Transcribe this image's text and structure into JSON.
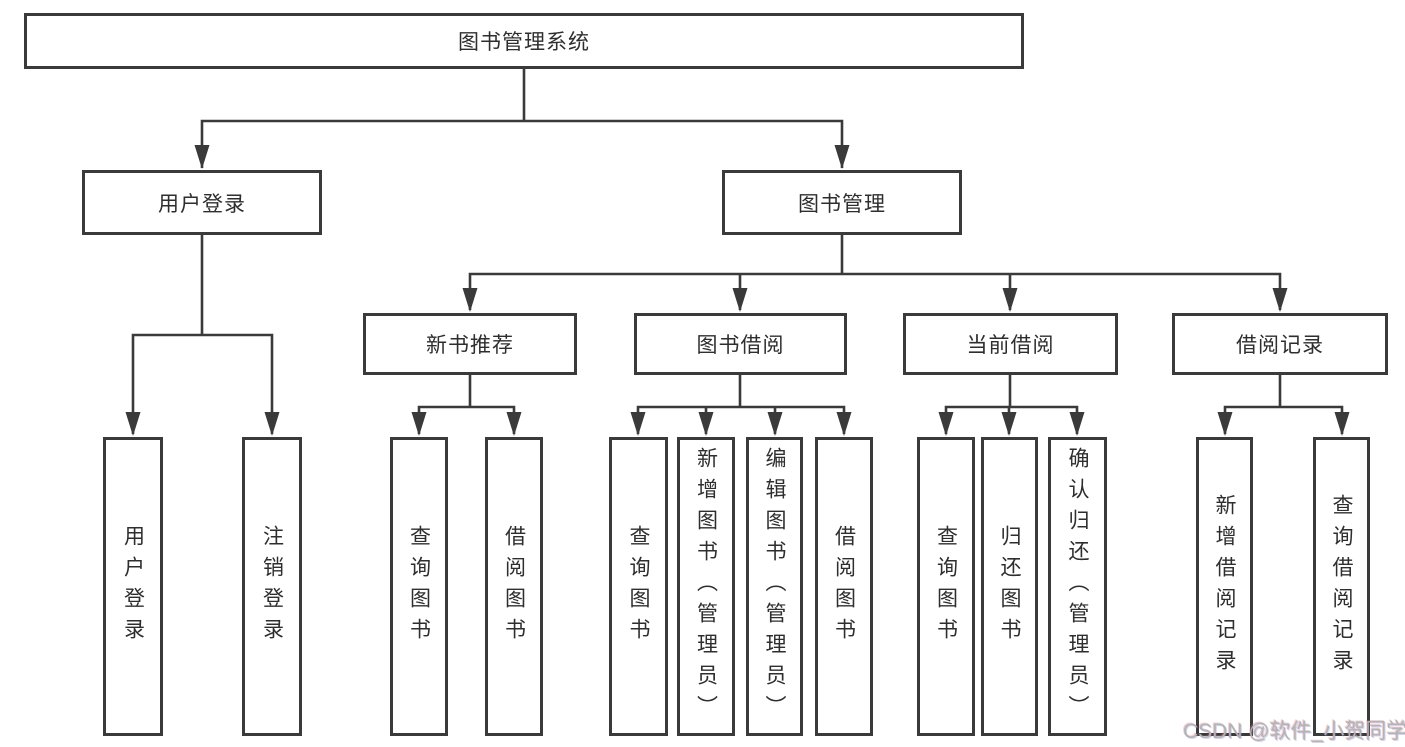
{
  "colors": {
    "line": "#3a3a3a",
    "text": "#2e2e2e",
    "background": "#ffffff",
    "watermark": "#b3b3b3"
  },
  "watermark": {
    "text": "CSDN @软件_小贺同学"
  },
  "tree": {
    "root": {
      "label": "图书管理系统"
    },
    "branches": [
      {
        "label": "用户登录",
        "leaves": [
          {
            "label": "用户登录"
          },
          {
            "label": "注销登录"
          }
        ]
      },
      {
        "label": "图书管理",
        "children": [
          {
            "label": "新书推荐",
            "leaves": [
              {
                "label": "查询图书"
              },
              {
                "label": "借阅图书"
              }
            ]
          },
          {
            "label": "图书借阅",
            "leaves": [
              {
                "label": "查询图书"
              },
              {
                "label": "新增图书（管理员）"
              },
              {
                "label": "编辑图书（管理员）"
              },
              {
                "label": "借阅图书"
              }
            ]
          },
          {
            "label": "当前借阅",
            "leaves": [
              {
                "label": "查询图书"
              },
              {
                "label": "归还图书"
              },
              {
                "label": "确认归还（管理员）"
              }
            ]
          },
          {
            "label": "借阅记录",
            "leaves": [
              {
                "label": "新增借阅记录"
              },
              {
                "label": "查询借阅记录"
              }
            ]
          }
        ]
      }
    ]
  }
}
